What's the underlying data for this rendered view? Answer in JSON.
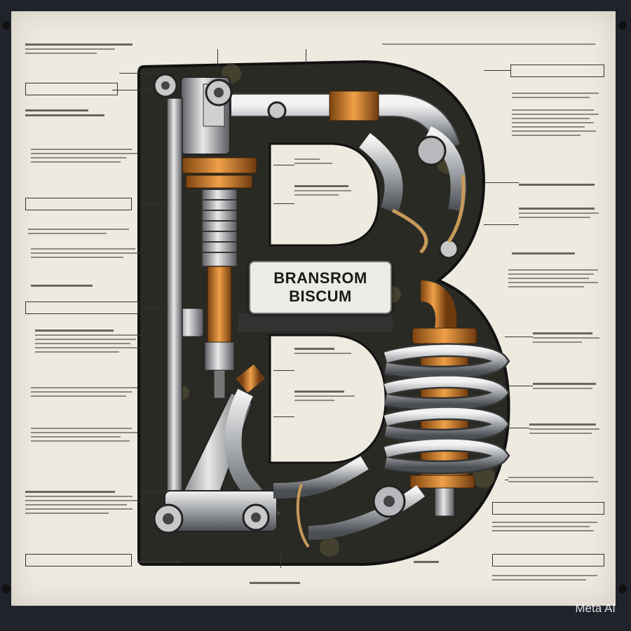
{
  "center_label": {
    "line1": "BRANSROM",
    "line2": "BISCUM"
  },
  "watermark": "Meta AI",
  "colors": {
    "paper": "#eeeae0",
    "frame": "#20232b",
    "metal": "#b5b8bc",
    "copper": "#d98a32",
    "dark": "#2a2a24"
  }
}
